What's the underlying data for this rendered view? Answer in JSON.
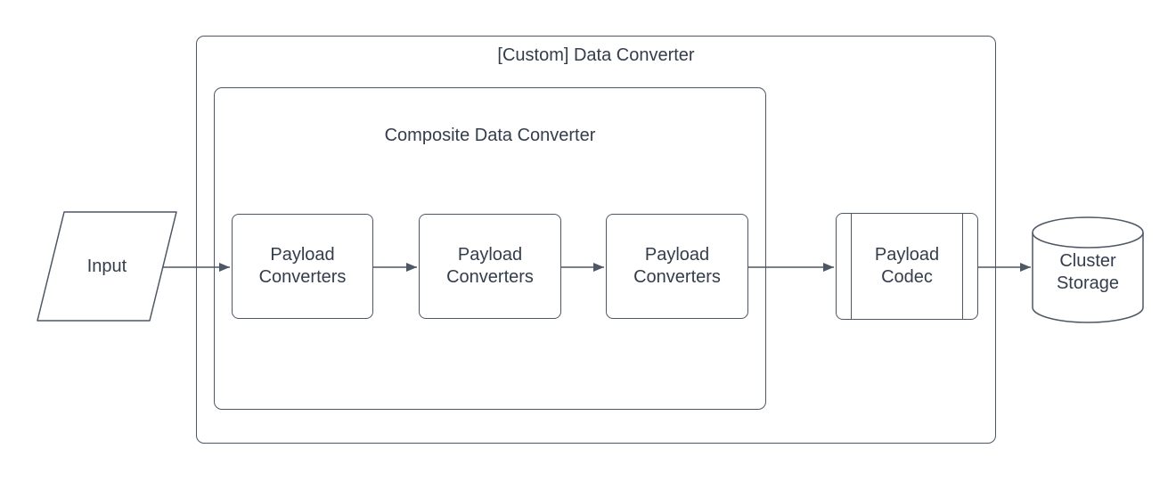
{
  "diagram": {
    "containers": {
      "custom_data_converter": {
        "title": "[Custom] Data Converter"
      },
      "composite_data_converter": {
        "title": "Composite Data Converter"
      }
    },
    "nodes": {
      "input": {
        "label": "Input",
        "shape": "parallelogram"
      },
      "payload_converter_1": {
        "label": "Payload Converters",
        "shape": "rounded-rectangle"
      },
      "payload_converter_2": {
        "label": "Payload Converters",
        "shape": "rounded-rectangle"
      },
      "payload_converter_3": {
        "label": "Payload Converters",
        "shape": "rounded-rectangle"
      },
      "payload_codec": {
        "label": "Payload Codec",
        "shape": "predefined-process"
      },
      "cluster_storage": {
        "label": "Cluster Storage",
        "shape": "cylinder"
      }
    },
    "edges": [
      {
        "from": "input",
        "to": "payload_converter_1"
      },
      {
        "from": "payload_converter_1",
        "to": "payload_converter_2"
      },
      {
        "from": "payload_converter_2",
        "to": "payload_converter_3"
      },
      {
        "from": "payload_converter_3",
        "to": "payload_codec"
      },
      {
        "from": "payload_codec",
        "to": "cluster_storage"
      }
    ],
    "colors": {
      "stroke": "#4d5765",
      "text": "#333d4b",
      "background": "#ffffff"
    }
  }
}
